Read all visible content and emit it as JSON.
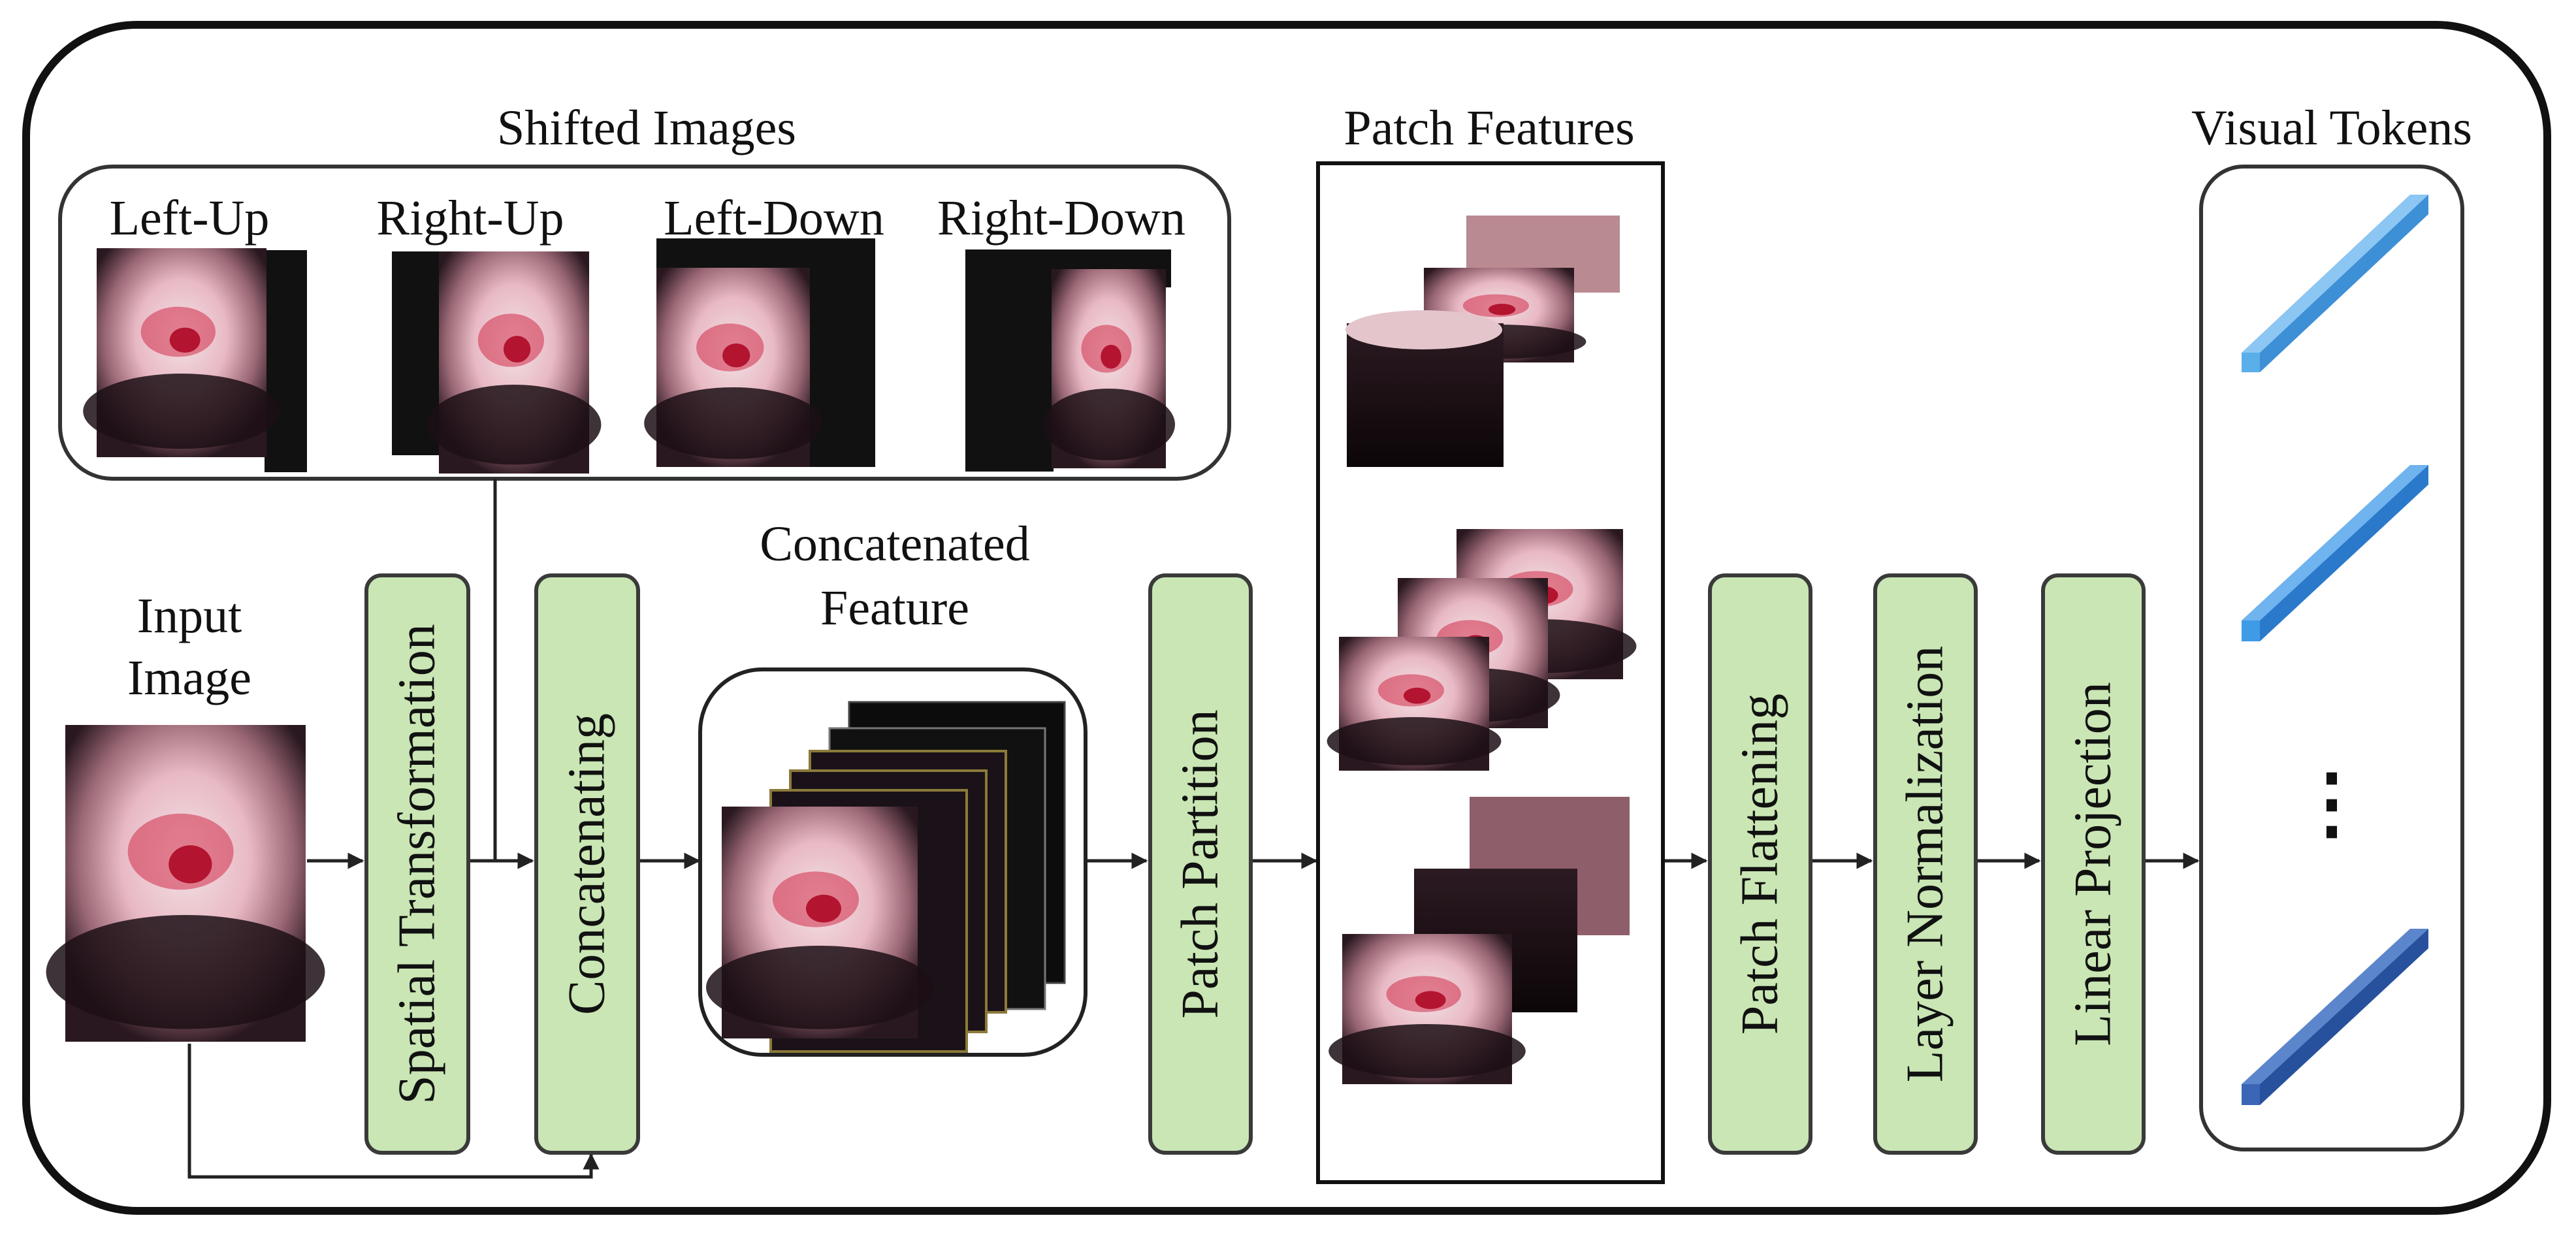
{
  "shifted": {
    "title": "Shifted Images",
    "items": [
      {
        "label": "Left-Up"
      },
      {
        "label": "Right-Up"
      },
      {
        "label": "Left-Down"
      },
      {
        "label": "Right-Down"
      }
    ]
  },
  "input": {
    "line1": "Input",
    "line2": "Image"
  },
  "blocks": {
    "spatial": "Spatial Transformation",
    "concat": "Concatenating",
    "partition": "Patch Partition",
    "flatten": "Patch Flattening",
    "layernorm": "Layer Normalization",
    "linear": "Linear Projection"
  },
  "concat_feature": {
    "line1": "Concatenated",
    "line2": "Feature"
  },
  "patch_features": {
    "title": "Patch Features"
  },
  "visual_tokens": {
    "title": "Visual Tokens",
    "ellipsis": "⋮"
  },
  "colors": {
    "block_fill": "#c9e6b4",
    "token_light": "#4ea6e8",
    "token_mid": "#2f86d8",
    "token_dark": "#2f62b8"
  }
}
